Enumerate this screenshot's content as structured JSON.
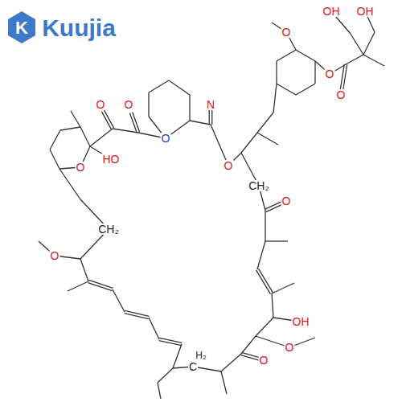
{
  "diagram": {
    "labels": [
      "K",
      "Kuujia",
      "OH",
      "OH",
      "O",
      "O",
      "O",
      "O",
      "O",
      "N",
      "O",
      "HO",
      "O",
      "O",
      "CH₂",
      "O",
      "CH₂",
      "O",
      "OH",
      "O",
      "O",
      "H₂",
      "C"
    ]
  }
}
